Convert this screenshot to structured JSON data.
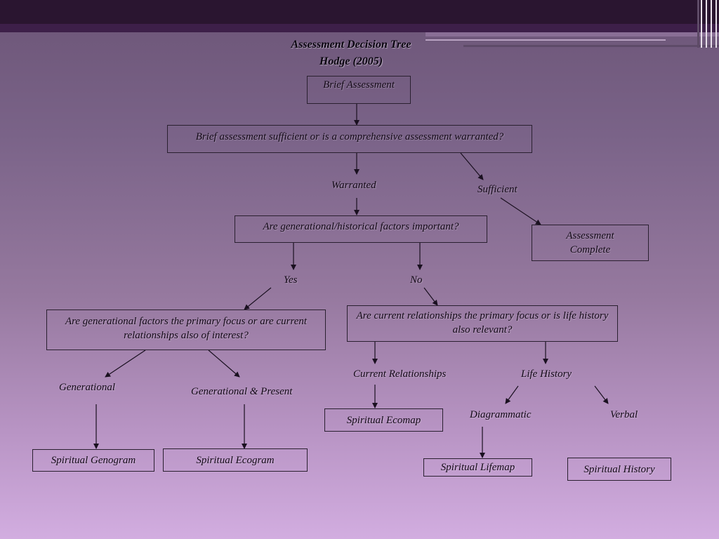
{
  "title": {
    "line1": "Assessment Decision Tree",
    "line2": "Hodge (2005)"
  },
  "nodes": {
    "brief_assessment": "Brief Assessment",
    "question_sufficient": "Brief assessment sufficient or is a comprehensive assessment warranted?",
    "warranted": "Warranted",
    "sufficient": "Sufficient",
    "assessment_complete": "Assessment Complete",
    "question_generational": "Are generational/historical factors important?",
    "yes": "Yes",
    "no": "No",
    "question_primary_generational": "Are generational factors the primary focus or are current relationships also of interest?",
    "question_current_relationships": "Are current relationships the primary focus or is life history also relevant?",
    "generational": "Generational",
    "generational_present": "Generational & Present",
    "current_relationships": "Current Relationships",
    "life_history": "Life History",
    "spiritual_ecomap": "Spiritual Ecomap",
    "diagrammatic": "Diagrammatic",
    "verbal": "Verbal",
    "spiritual_genogram": "Spiritual Genogram",
    "spiritual_ecogram": "Spiritual Ecogram",
    "spiritual_lifemap": "Spiritual Lifemap",
    "spiritual_history": "Spiritual History"
  },
  "colors": {
    "header_dark": "#2a1530",
    "gradient_top": "#6c5577",
    "gradient_bottom": "#d2ade0",
    "line": "#1a1020"
  }
}
